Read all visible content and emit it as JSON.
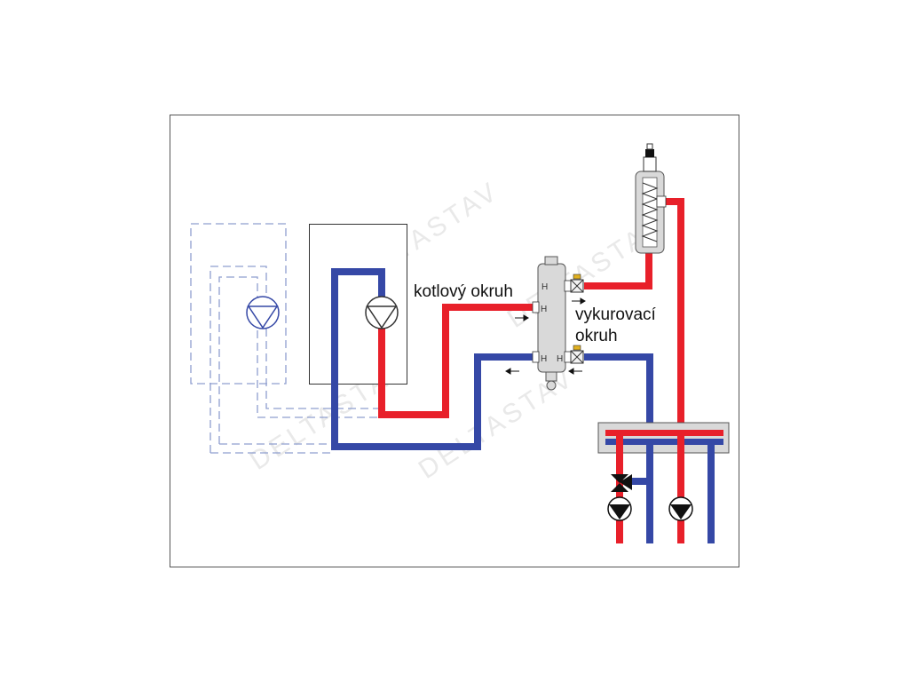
{
  "labels": {
    "boiler_circuit": "kotlový okruh",
    "heating_circuit_line1": "vykurovací",
    "heating_circuit_line2": "okruh"
  },
  "watermark": "DELTASTAV",
  "colors": {
    "supply": "#e8202a",
    "return": "#3548a6",
    "dashed_unit": "#8f9fcf",
    "component_fill": "#d9d9d9",
    "frame": "#555555"
  }
}
